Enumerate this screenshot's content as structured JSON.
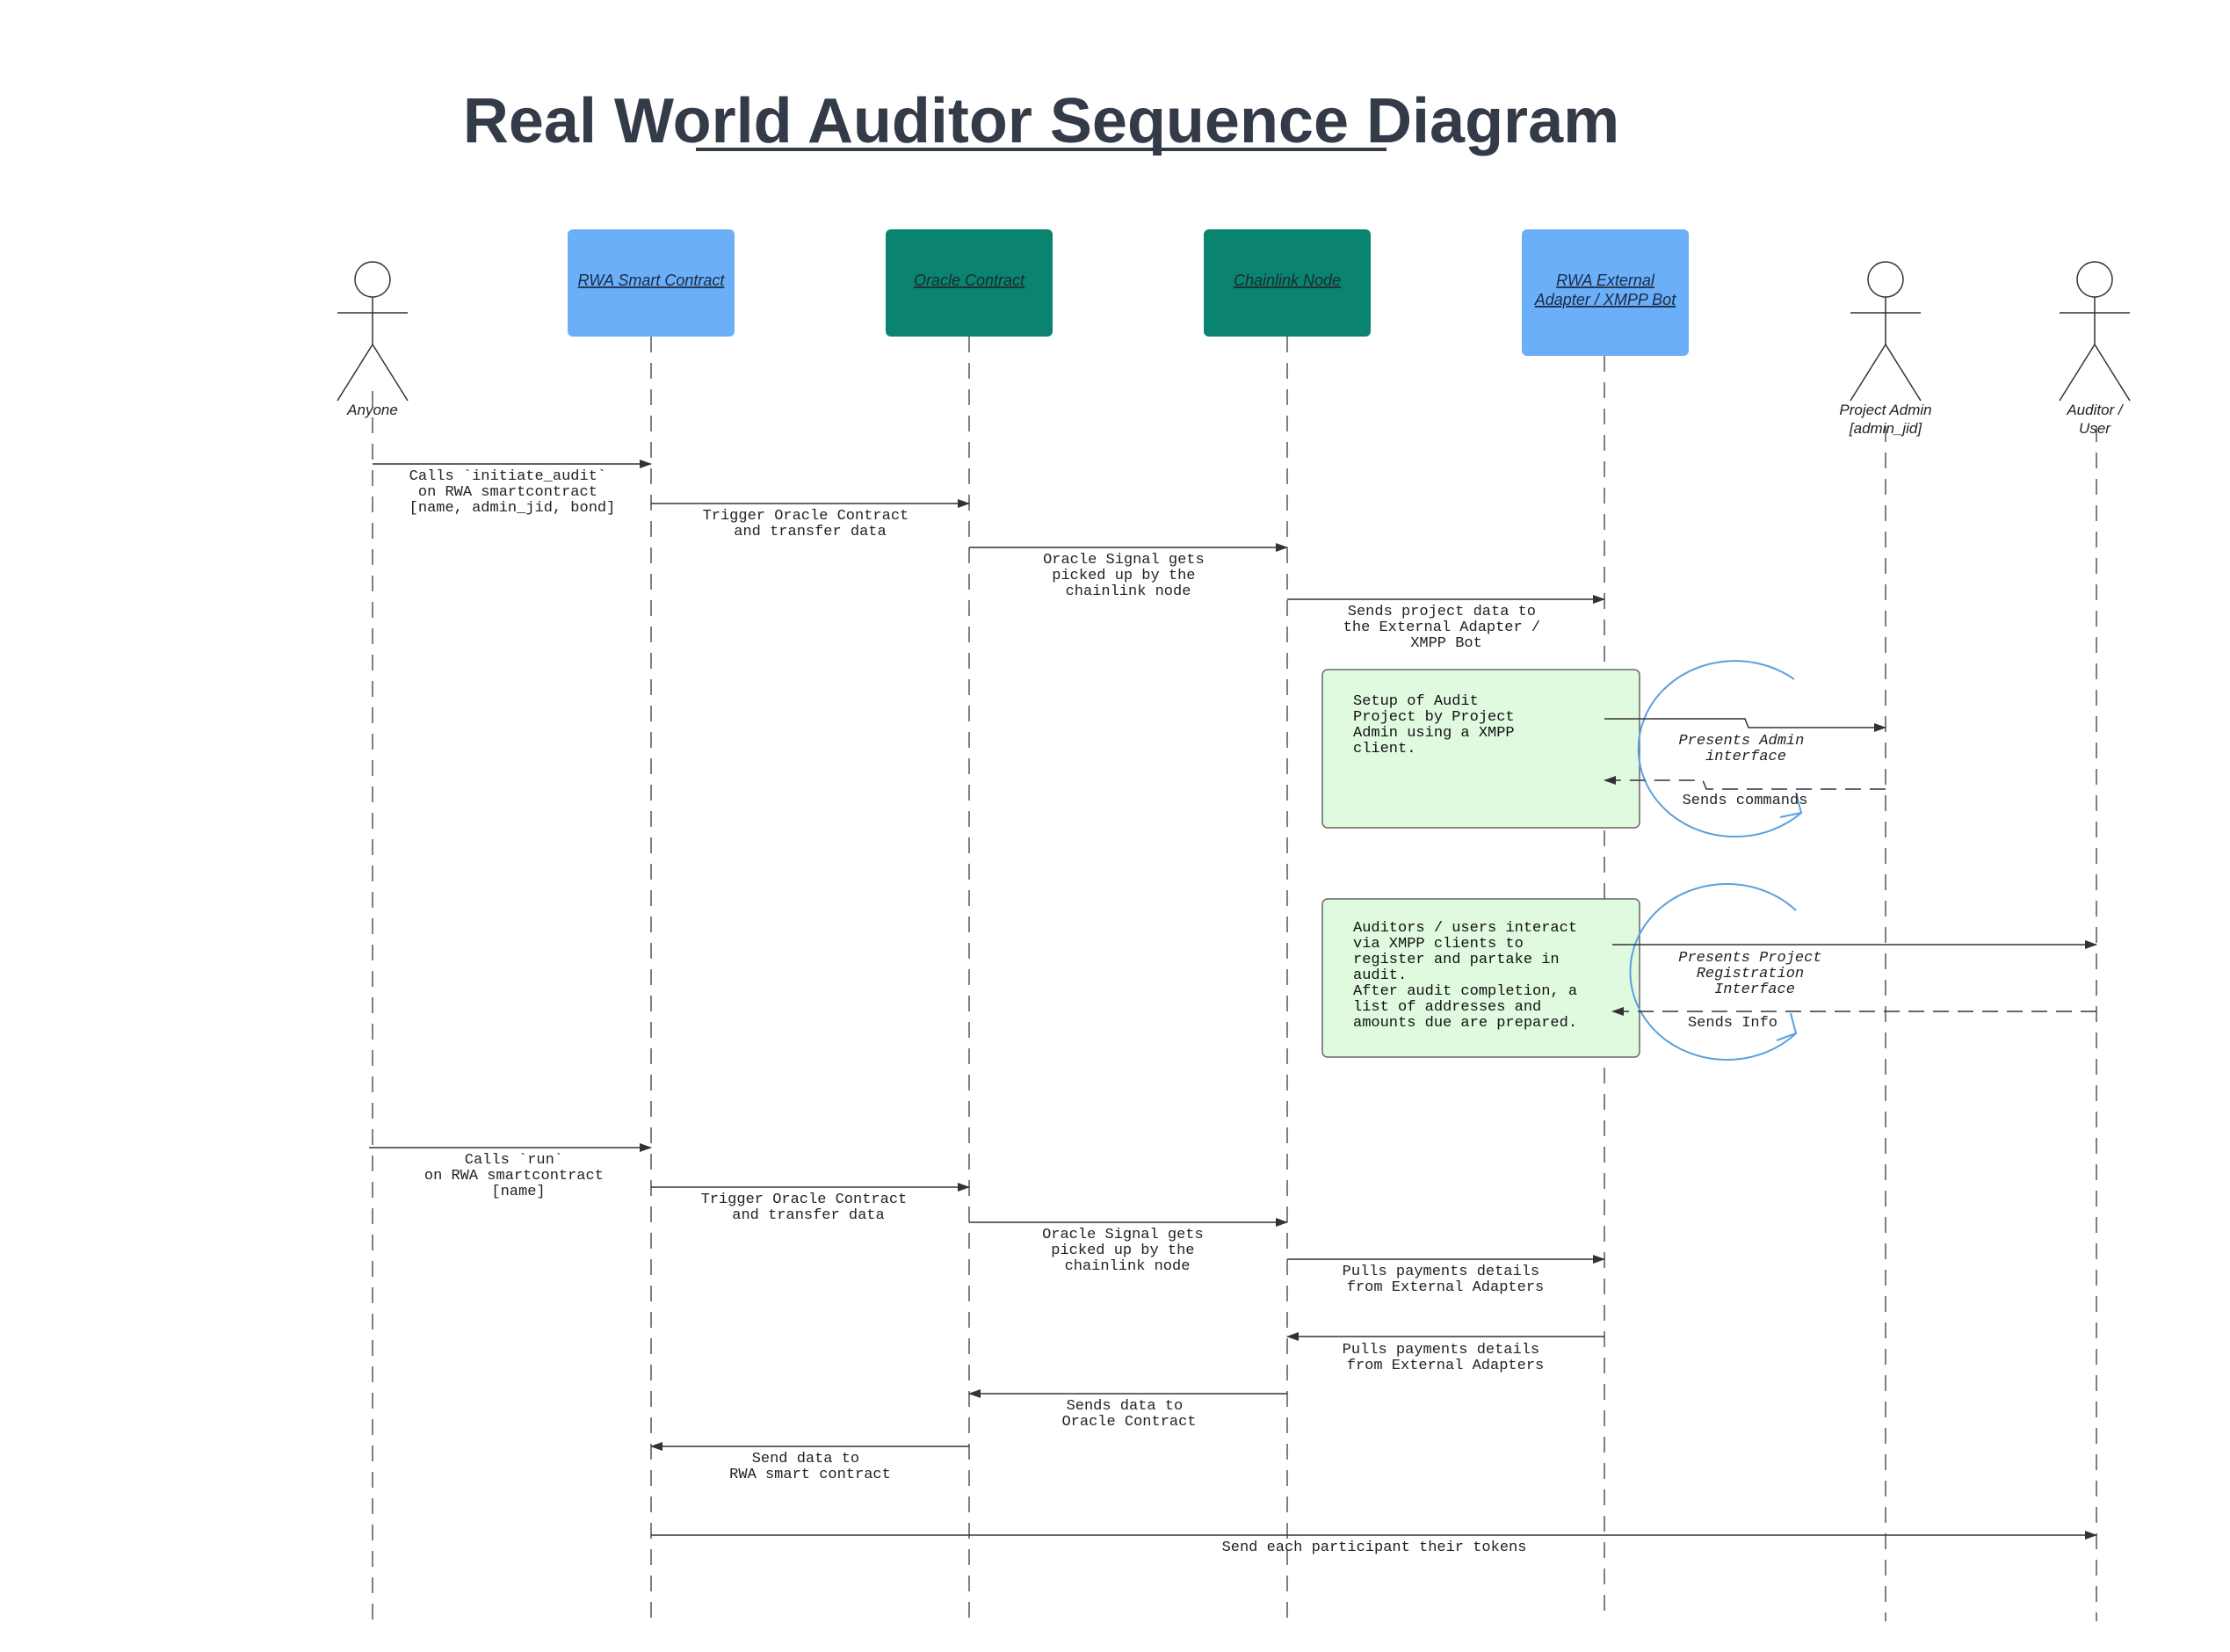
{
  "title": "Real World Auditor Sequence Diagram",
  "colors": {
    "participant_blue": "#6aaff8",
    "participant_teal": "#0a8470",
    "note_fill": "#e0fae0",
    "loop_stroke": "#5aa0e0",
    "title_text": "#333b48"
  },
  "actors": {
    "anyone": {
      "label": "Anyone"
    },
    "project_admin": {
      "label_line1": "Project Admin",
      "label_line2": "[admin_jid]"
    },
    "auditor": {
      "label_line1": "Auditor /",
      "label_line2": "User"
    }
  },
  "participants": {
    "rwa_smart_contract": {
      "label": "RWA Smart Contract",
      "color": "blue"
    },
    "oracle_contract": {
      "label": "Oracle Contract",
      "color": "teal"
    },
    "chainlink_node": {
      "label": "Chainlink Node",
      "color": "teal"
    },
    "external_adapter": {
      "label_line1": "RWA External",
      "label_line2": "Adapter / XMPP Bot",
      "color": "blue"
    }
  },
  "messages": {
    "m1": [
      "Calls `initiate_audit`",
      "on RWA smartcontract",
      "[name, admin_jid, bond]"
    ],
    "m2": [
      "Trigger Oracle Contract",
      "and transfer data"
    ],
    "m3": [
      "Oracle Signal gets",
      "picked up by the",
      "chainlink node"
    ],
    "m4": [
      "Sends project data to",
      "the External Adapter /",
      "XMPP Bot"
    ],
    "m5": [
      "Presents Admin",
      "interface"
    ],
    "m6": [
      "Sends commands"
    ],
    "m7": [
      "Presents Project",
      "Registration",
      "Interface"
    ],
    "m8": [
      "Sends Info"
    ],
    "m9": [
      "Calls `run`",
      "on RWA smartcontract",
      "[name]"
    ],
    "m10": [
      "Trigger Oracle Contract",
      "and transfer data"
    ],
    "m11": [
      "Oracle Signal gets",
      "picked up by the",
      "chainlink node"
    ],
    "m12": [
      "Pulls payments details",
      "from External Adapters"
    ],
    "m13": [
      "Pulls payments details",
      "from External Adapters"
    ],
    "m14": [
      "Sends data to",
      "Oracle Contract"
    ],
    "m15": [
      "Send data to",
      "RWA smart contract"
    ],
    "m16": [
      "Send each participant their tokens"
    ]
  },
  "notes": {
    "n1": [
      "Setup of Audit",
      "Project by Project",
      "Admin using a XMPP",
      "client."
    ],
    "n2": [
      "Auditors / users interact",
      "via XMPP clients to",
      "register and partake in",
      "audit.",
      "After audit completion, a",
      "list of addresses and",
      "amounts due are prepared."
    ]
  }
}
